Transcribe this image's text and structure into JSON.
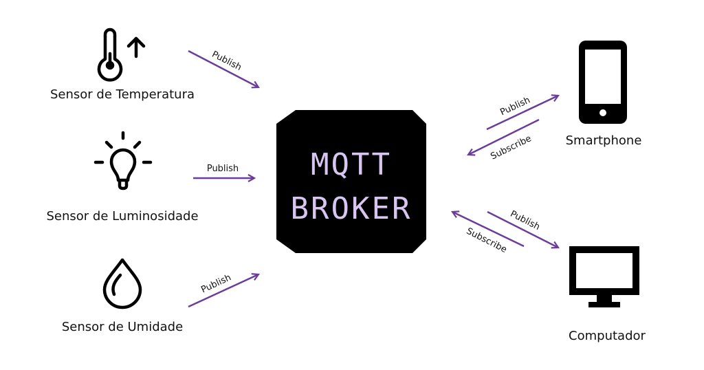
{
  "colors": {
    "accent": "#6a3d9a",
    "broker_bg": "#000000",
    "broker_text": "#d9c6f0",
    "icon": "#000000"
  },
  "broker": {
    "line1": "MQTT",
    "line2": "BROKER"
  },
  "nodes": {
    "temperature": {
      "label": "Sensor de Temperatura",
      "icon": "thermometer-up-icon"
    },
    "luminosity": {
      "label": "Sensor de Luminosidade",
      "icon": "lightbulb-icon"
    },
    "humidity": {
      "label": "Sensor de Umidade",
      "icon": "water-drop-icon"
    },
    "smartphone": {
      "label": "Smartphone",
      "icon": "smartphone-icon"
    },
    "computer": {
      "label": "Computador",
      "icon": "monitor-icon"
    }
  },
  "edges": {
    "temperature_publish": "Publish",
    "luminosity_publish": "Publish",
    "humidity_publish": "Publish",
    "smartphone_publish": "Publish",
    "smartphone_subscribe": "Subscribe",
    "computer_publish": "Publish",
    "computer_subscribe": "Subscribe"
  }
}
